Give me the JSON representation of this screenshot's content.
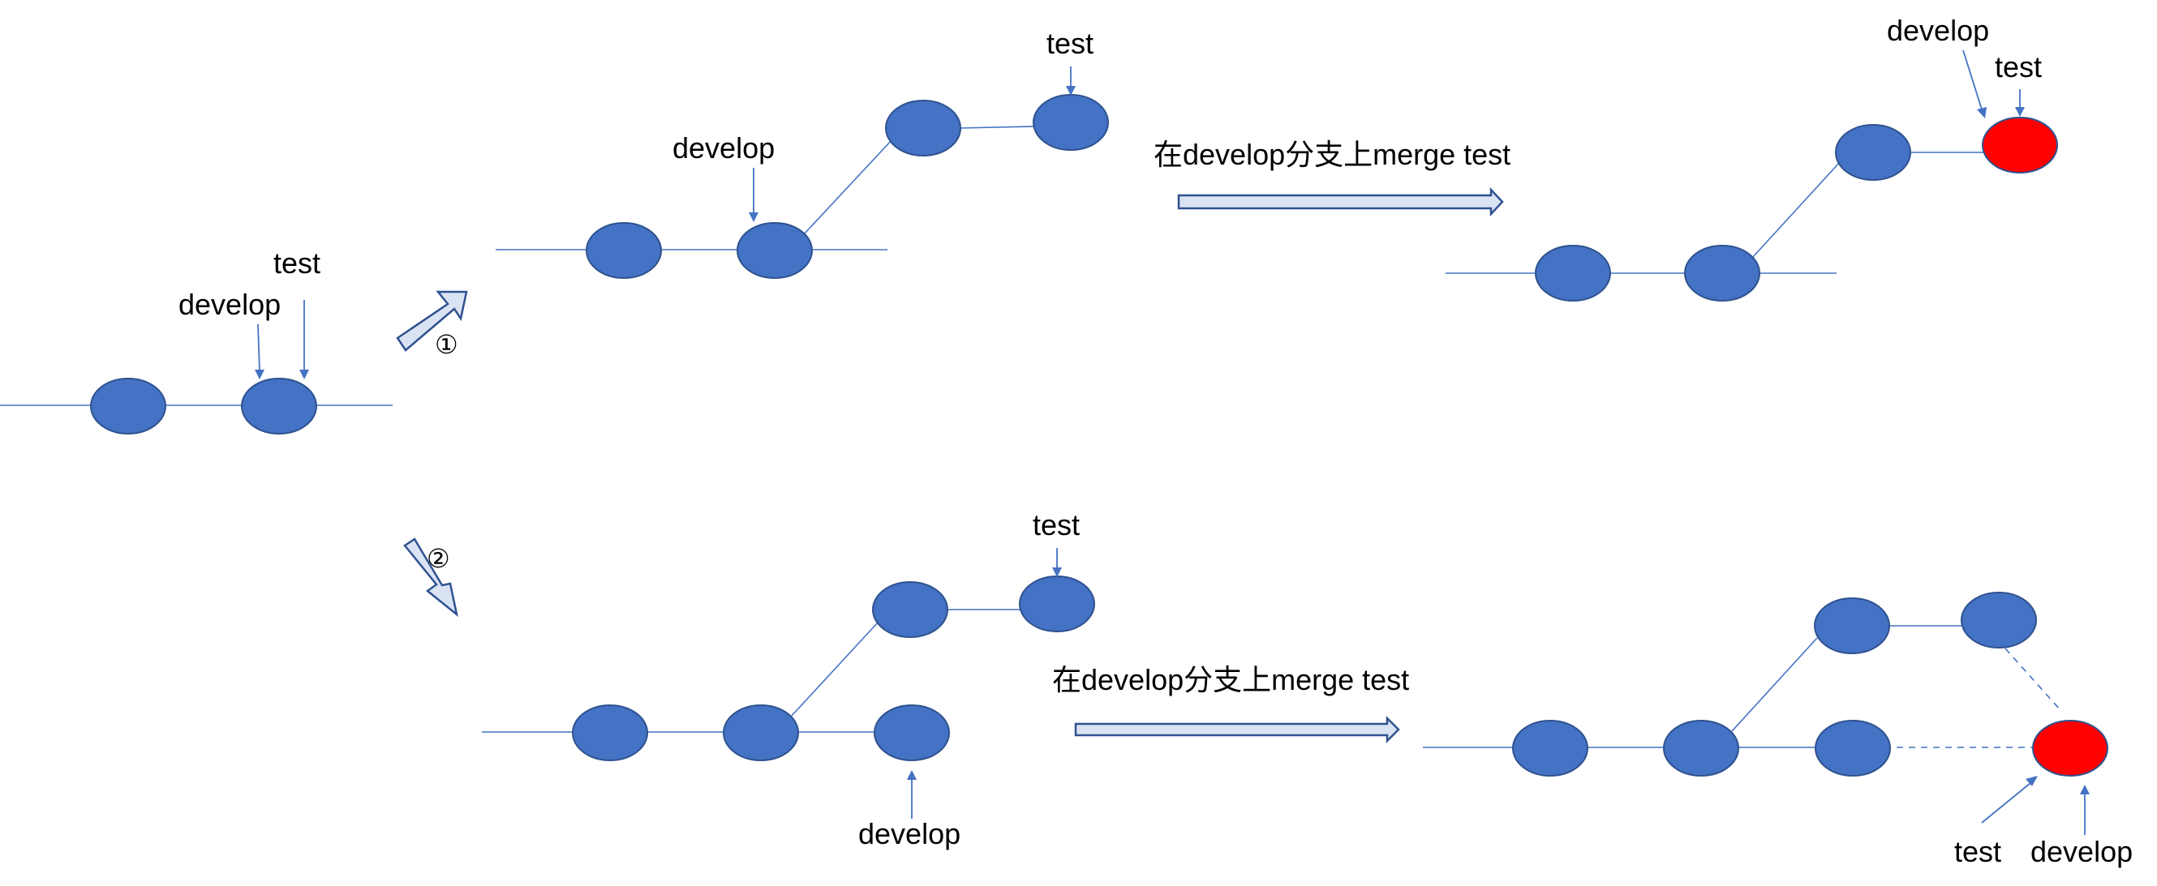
{
  "branches": {
    "develop": "develop",
    "test": "test"
  },
  "steps": {
    "one": "①",
    "two": "②"
  },
  "action_text": "在develop分支上merge test",
  "colors": {
    "commit": "#4472C4",
    "merge_commit": "#FF0000",
    "line": "#4472C4"
  }
}
